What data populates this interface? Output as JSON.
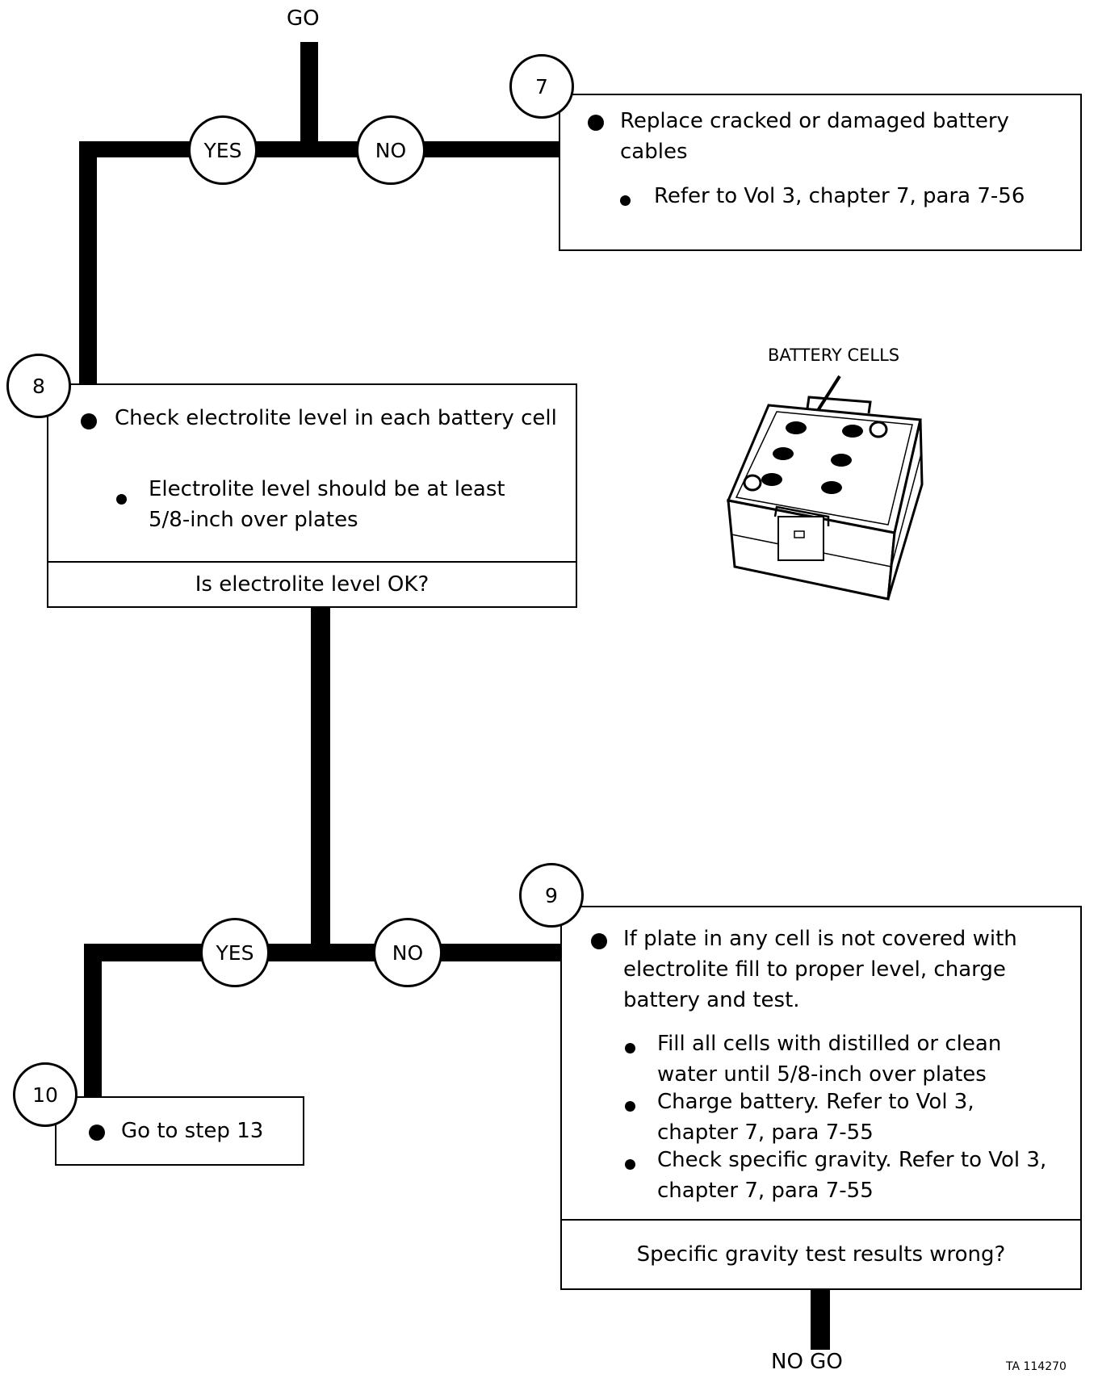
{
  "terminals": {
    "go_top": "GO",
    "nogo_bottom": "NO GO"
  },
  "decision_1": {
    "yes": "YES",
    "no": "NO"
  },
  "decision_2": {
    "yes": "YES",
    "no": "NO"
  },
  "step7": {
    "number": "7",
    "main": "Replace cracked or damaged battery cables",
    "sub": "Refer to Vol 3, chapter 7, para 7-56"
  },
  "step8": {
    "number": "8",
    "main": "Check electrolite level in each battery cell",
    "sub": "Electrolite level should be at least 5/8-inch over plates",
    "question": "Is electrolite level OK?"
  },
  "step9": {
    "number": "9",
    "main": "If plate in any cell is not covered with electrolite fill to proper level, charge battery and test.",
    "subs": [
      "Fill all cells with distilled or clean water until 5/8-inch over plates",
      "Charge battery.  Refer to Vol 3, chapter 7, para 7-55",
      "Check specific gravity.  Refer to Vol 3, chapter 7, para 7-55"
    ],
    "question": "Specific gravity test results wrong?"
  },
  "step10": {
    "number": "10",
    "main": "Go to step 13"
  },
  "illustration": {
    "callout": "BATTERY CELLS"
  },
  "figure_code": "TA 114270"
}
